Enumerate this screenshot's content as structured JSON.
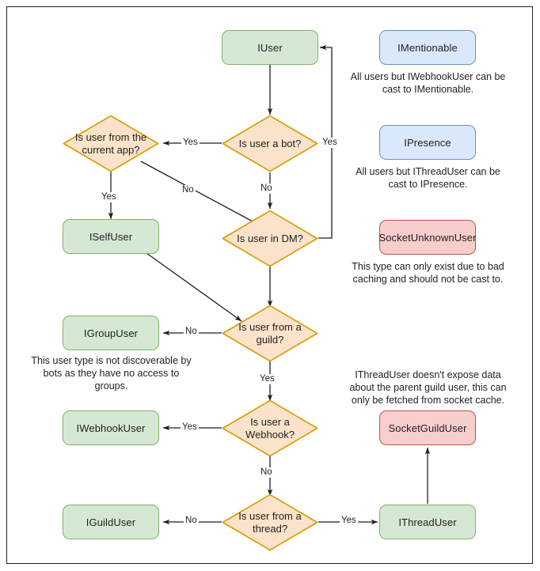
{
  "diagram": {
    "title": "Discord.Net user type casting flowchart",
    "colors": {
      "green_fill": "#d5e8d4",
      "green_border": "#82b366",
      "blue_fill": "#dae8fc",
      "blue_border": "#6c8ebf",
      "red_fill": "#f8cecc",
      "red_border": "#b85450",
      "diamond_fill": "#fae3ca",
      "diamond_border": "#d79b00",
      "edge": "#1f1f1f",
      "frame": "#1f1f1f"
    },
    "nodes": {
      "iuser": "IUser",
      "is_bot": "Is user a bot?",
      "is_current_app": "Is user from the current app?",
      "iselfuser": "ISelfUser",
      "is_dm": "Is user in DM?",
      "igroupuser": "IGroupUser",
      "is_guild": "Is user from a guild?",
      "iwebhookuser": "IWebhookUser",
      "is_webhook": "Is user a Webhook?",
      "iguilduser": "IGuildUser",
      "is_thread": "Is user from a thread?",
      "ithreaduser": "IThreadUser",
      "imentionable": "IMentionable",
      "ipresence": "IPresence",
      "socketunknownuser": "SocketUnknownUser",
      "socketguilduser": "SocketGuildUser"
    },
    "notes": {
      "imentionable": "All users but IWebhookUser can be cast to IMentionable.",
      "ipresence": "All users but IThreadUser can be cast to IPresence.",
      "socketunknownuser": "This type can only exist due to bad caching and should not be cast to.",
      "igroupuser": "This user type is not discoverable by bots as they have no access to groups.",
      "socketguilduser": "IThreadUser doesn't expose data about the parent guild user, this can only be fetched from socket cache."
    },
    "edge_labels": {
      "bot_yes": "Yes",
      "bot_no": "No",
      "dm_yes": "Yes",
      "app_yes": "Yes",
      "app_no": "No",
      "guild_no": "No",
      "guild_yes": "Yes",
      "webhook_yes": "Yes",
      "webhook_no": "No",
      "thread_no": "No",
      "thread_yes": "Yes"
    }
  }
}
